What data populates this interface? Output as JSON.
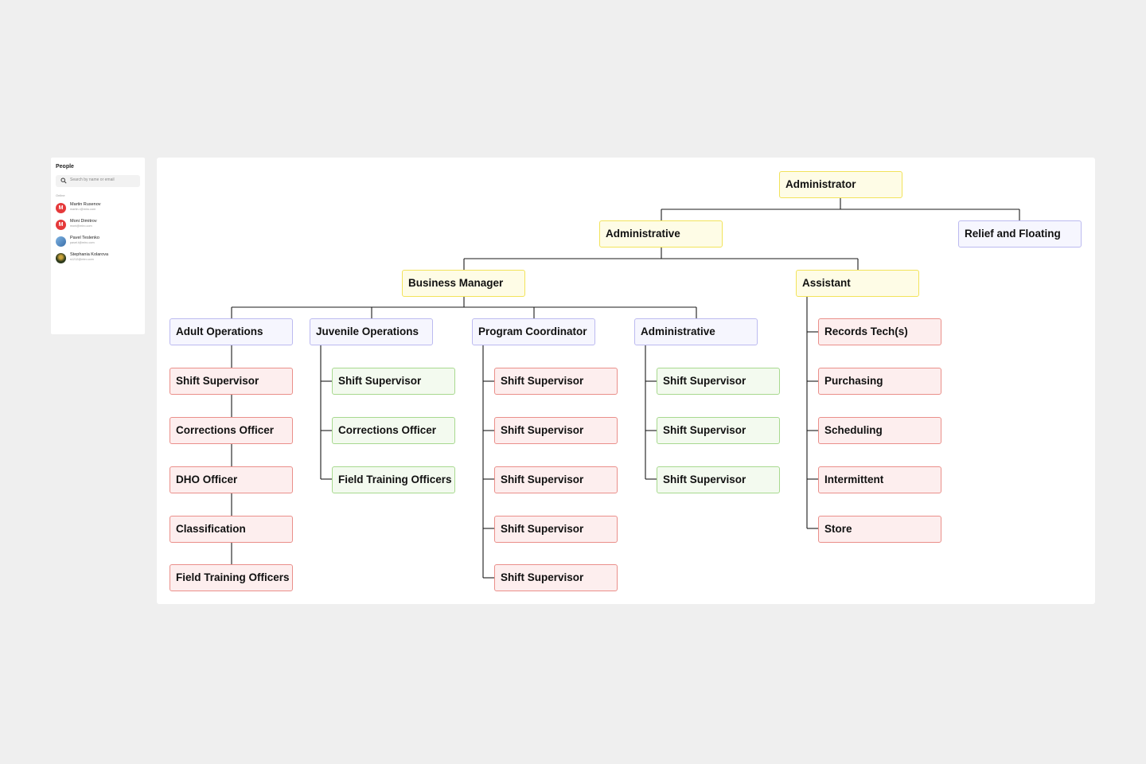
{
  "people_panel": {
    "title": "People",
    "search_placeholder": "Search by name or email",
    "online_label": "Online",
    "people": [
      {
        "name": "Martin Rusenov",
        "email": "martin.r@miro.com",
        "initial": "M",
        "avatar_color": "#e5393a"
      },
      {
        "name": "Moni Dimitrov",
        "email": "moni@miro.com",
        "initial": "M",
        "avatar_color": "#e5393a"
      },
      {
        "name": "Pavel Teslenko",
        "email": "pavel.t@miro.com",
        "initial": "",
        "avatar_color": "#5b8fc8"
      },
      {
        "name": "Stephania Kolarova",
        "email": "s1212@miro.com",
        "initial": "",
        "avatar_color": "#3a4a24"
      }
    ]
  },
  "org_chart": {
    "administrator": "Administrator",
    "administrative_top": "Administrative",
    "relief_and_floating": "Relief and Floating",
    "business_manager": "Business Manager",
    "assistant": "Assistant",
    "departments": {
      "adult_operations": {
        "title": "Adult Operations",
        "items": [
          "Shift Supervisor",
          "Corrections Officer",
          "DHO Officer",
          "Classification",
          "Field Training Officers"
        ]
      },
      "juvenile_operations": {
        "title": "Juvenile Operations",
        "items": [
          "Shift Supervisor",
          "Corrections Officer",
          "Field Training Officers"
        ]
      },
      "program_coordinator": {
        "title": "Program Coordinator",
        "items": [
          "Shift Supervisor",
          "Shift Supervisor",
          "Shift Supervisor",
          "Shift Supervisor",
          "Shift Supervisor"
        ]
      },
      "administrative": {
        "title": "Administrative",
        "items": [
          "Shift Supervisor",
          "Shift Supervisor",
          "Shift Supervisor"
        ]
      }
    },
    "assistant_items": [
      "Records Tech(s)",
      "Purchasing",
      "Scheduling",
      "Intermittent",
      "Store"
    ]
  },
  "colors": {
    "yellow_fill": "#fefce6",
    "yellow_border": "#f2e35b",
    "purple_fill": "#f6f6fe",
    "purple_border": "#bcbaf0",
    "red_fill": "#fdeeee",
    "red_border": "#ea8f8a",
    "green_fill": "#f3faef",
    "green_border": "#a8d98f",
    "connector": "#1a1a1a"
  }
}
